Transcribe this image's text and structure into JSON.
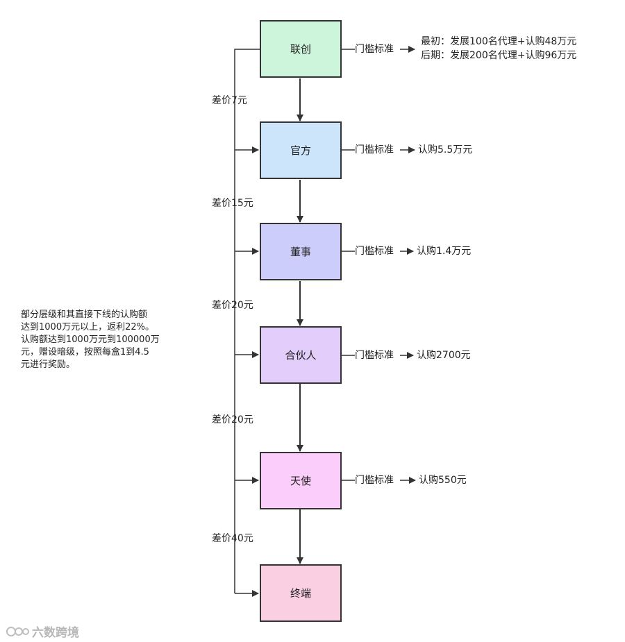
{
  "levels": [
    {
      "name": "联创",
      "color": "#ccf5dc",
      "gate": "门槛标准",
      "requirement_lines": [
        "最初：发展100名代理+认购48万元",
        "后期：发展200名代理+认购96万元"
      ]
    },
    {
      "name": "官方",
      "color": "#cce5fb",
      "gate": "门槛标准",
      "requirement": "认购5.5万元"
    },
    {
      "name": "董事",
      "color": "#cdcdfb",
      "gate": "门槛标准",
      "requirement": "认购1.4万元"
    },
    {
      "name": "合伙人",
      "color": "#e3cdfb",
      "gate": "门槛标准",
      "requirement": "认购2700元"
    },
    {
      "name": "天使",
      "color": "#facdfb",
      "gate": "门槛标准",
      "requirement": "认购550元"
    },
    {
      "name": "终端",
      "color": "#fbcfe2"
    }
  ],
  "price_diffs": [
    "差价7元",
    "差价15元",
    "差价20元",
    "差价20元",
    "差价40元"
  ],
  "note_lines": [
    "部分层级和其直接下线的认购额",
    "达到1000万元以上，返利22%。",
    "认购额达到1000万元到100000万",
    "元，赠设暗级，按照每盒1到4.5",
    "元进行奖励。"
  ],
  "watermark": "六数跨境"
}
